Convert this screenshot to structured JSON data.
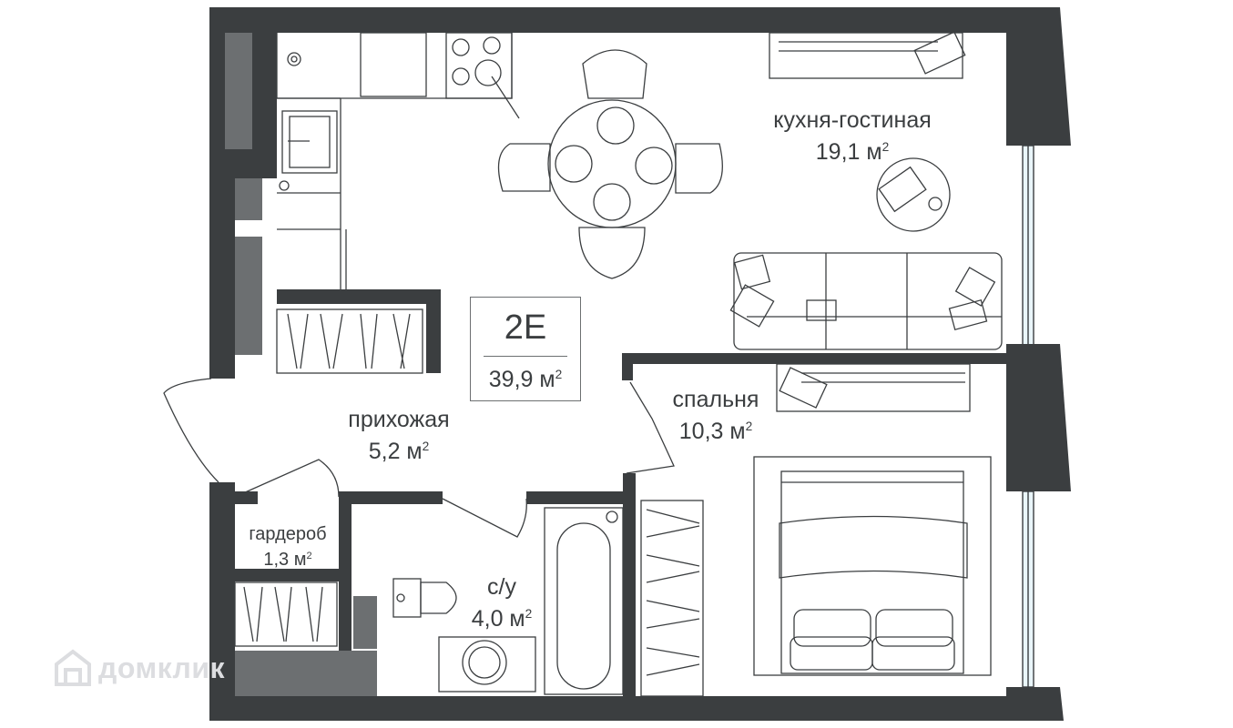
{
  "unit": {
    "code": "2E",
    "area_value": "39,9 м",
    "area_sup": "2"
  },
  "rooms": [
    {
      "id": "kitchen_living",
      "name": "кухня-гостиная",
      "area": "19,1 м",
      "sup": "2"
    },
    {
      "id": "bedroom",
      "name": "спальня",
      "area": "10,3 м",
      "sup": "2"
    },
    {
      "id": "hallway",
      "name": "прихожая",
      "area": "5,2 м",
      "sup": "2"
    },
    {
      "id": "wardrobe",
      "name": "гардероб",
      "area": "1,3 м",
      "sup": "2"
    },
    {
      "id": "bathroom",
      "name": "с/у",
      "area": "4,0 м",
      "sup": "2"
    }
  ],
  "watermark": {
    "text": "домклик"
  },
  "colors": {
    "wall": "#3b3e40",
    "wall_light": "#6c6f71",
    "line": "#3b3e40",
    "window": "#cfeaf2"
  }
}
